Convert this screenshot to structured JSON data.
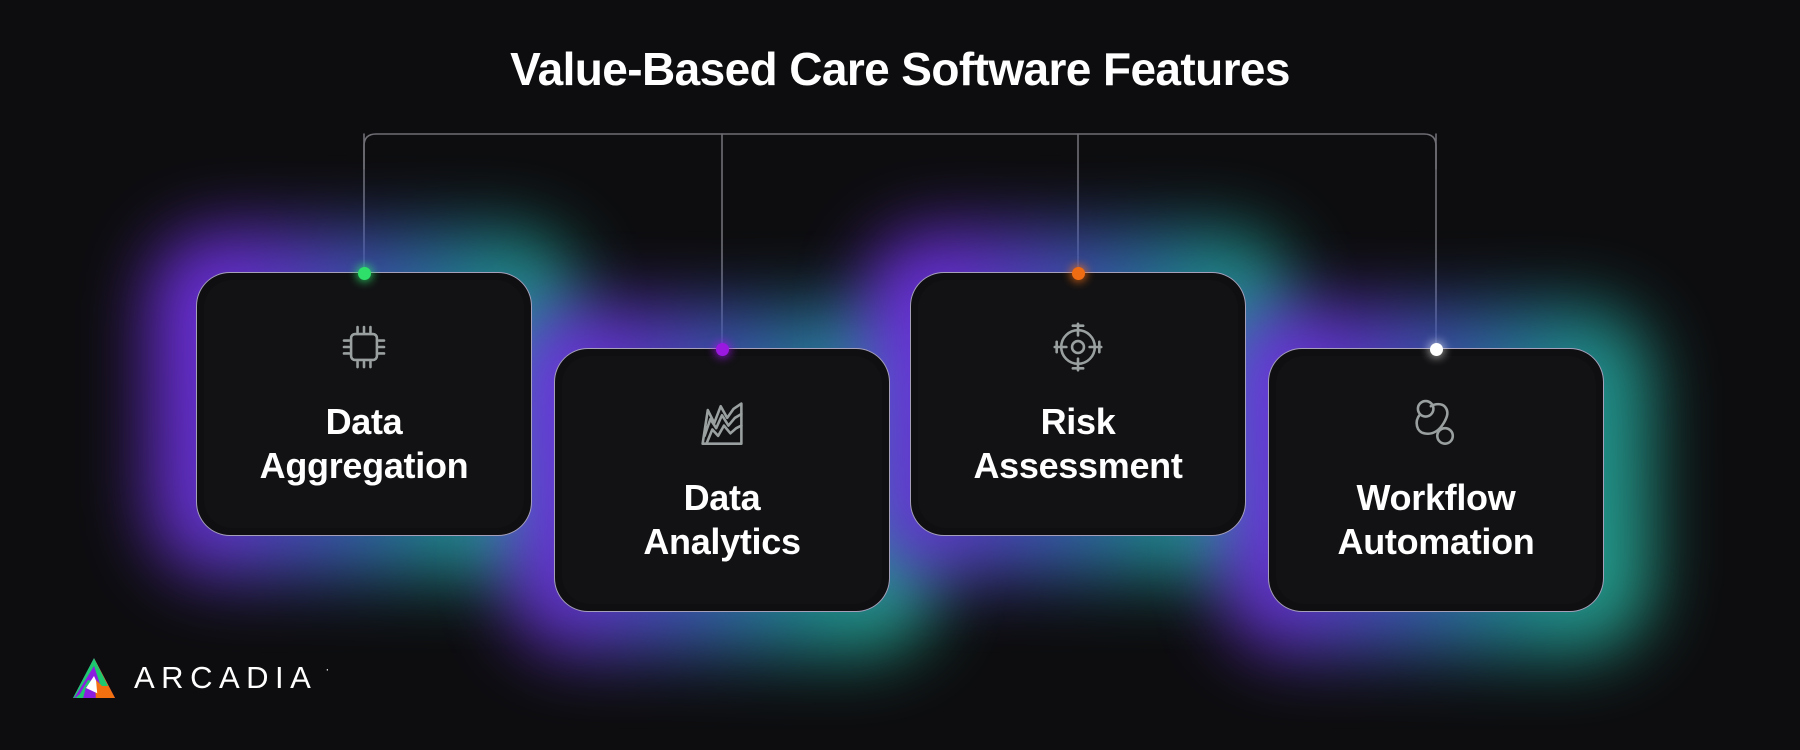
{
  "page": {
    "title": "Value-Based Care Software Features",
    "background_color": "#0d0d0f"
  },
  "diagram": {
    "type": "feature-cards",
    "connector": {
      "style": "bracket",
      "color": "#6e6e74",
      "description": "horizontal bracket with four vertical drop lines to each card"
    },
    "cards": [
      {
        "label": "Data\nAggregation",
        "label_line1": "Data",
        "label_line2": "Aggregation",
        "icon": "cpu-chip-icon",
        "dot_color": "#2ee06a",
        "dot_name": "green",
        "position": "raised"
      },
      {
        "label": "Data\nAnalytics",
        "label_line1": "Data",
        "label_line2": "Analytics",
        "icon": "area-chart-icon",
        "dot_color": "#9b18e0",
        "dot_name": "purple",
        "position": "lowered"
      },
      {
        "label": "Risk\nAssessment",
        "label_line1": "Risk",
        "label_line2": "Assessment",
        "icon": "crosshair-target-icon",
        "dot_color": "#ef6c13",
        "dot_name": "orange",
        "position": "raised"
      },
      {
        "label": "Workflow\nAutomation",
        "label_line1": "Workflow",
        "label_line2": "Automation",
        "icon": "workflow-nodes-icon",
        "dot_color": "#ffffff",
        "dot_name": "white",
        "position": "lowered"
      }
    ],
    "glow_colors": {
      "from": "#7b2ff7",
      "mid": "#3b5bb5",
      "to": "#2bb89a"
    },
    "card_border_color": "#d0c8eb",
    "card_fill_color": "#0f0f11",
    "icon_color": "#9aa0a0"
  },
  "logo": {
    "wordmark": "ARCADIA",
    "trademark": "·",
    "mark_name": "arcadia-triangle-logo",
    "colors": {
      "green": "#1ec86e",
      "purple": "#8b1ee0",
      "orange": "#f2700f",
      "white": "#ffffff"
    }
  }
}
